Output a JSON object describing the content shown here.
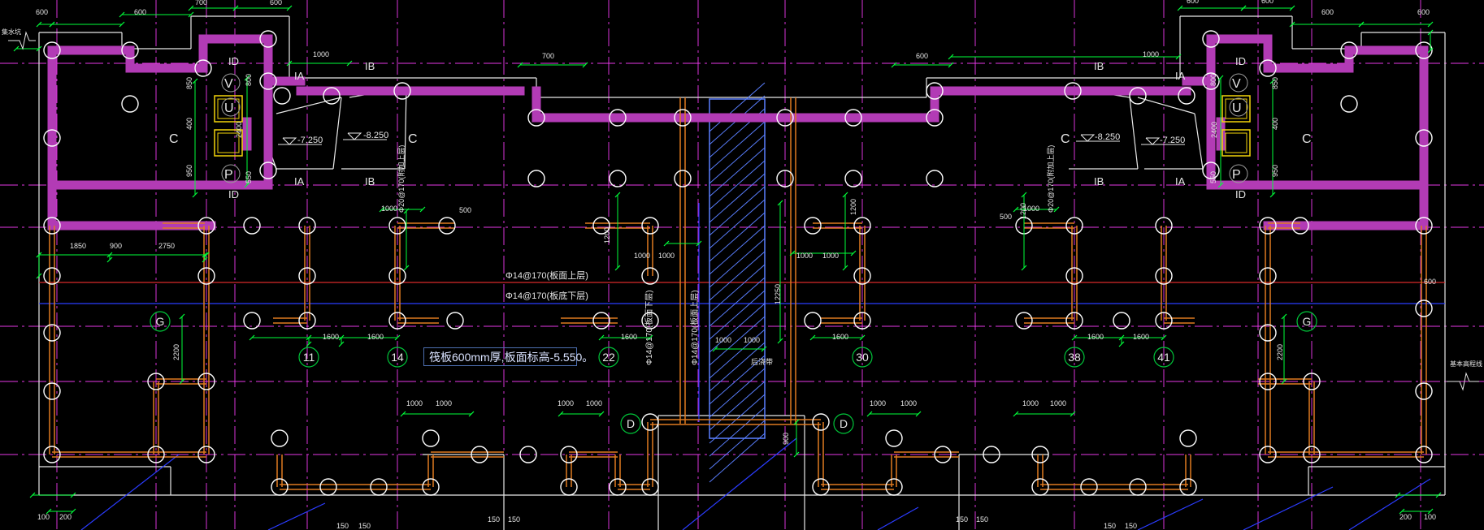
{
  "colors": {
    "background": "#000000",
    "wall_fill": "#b23bb5",
    "wall_edge": "#ff4dff",
    "pile": "#ffffff",
    "beam": "#e07a20",
    "axis": "#ff3dff",
    "dimension": "#00ff3a",
    "white_line": "#e8e8e8",
    "blue_line": "#2b3cff",
    "rebar_red": "#d82a2a",
    "text": "#e6e6e6",
    "hatch": "#5a7fff"
  },
  "labels": {
    "note": "筏板600mm厚,板面标高-5.550。",
    "rebar_top": "Φ14@170(板面上层)",
    "rebar_bottom": "Φ14@170(板底下层)",
    "rebar_vert_1": "Φ14@170(板面下层)",
    "rebar_vert_2": "Φ14@170(板面上层)",
    "local_rebar": "Φ20@170(附加上层)",
    "post_pour": "后浇带",
    "level_left_1": "-7.250",
    "level_left_2": "-8.250",
    "level_right_1": "-8.250",
    "level_right_2": "-7.250",
    "section_G_left": "G",
    "section_G_right": "G",
    "section_D_left": "D",
    "section_D_right": "D",
    "section_C_left": "C",
    "section_C_left2": "C",
    "section_C_right": "C",
    "section_C_right2": "C",
    "section_V_left": "V",
    "section_U_left": "U",
    "section_P_left": "P",
    "section_V_right": "V",
    "section_U_right": "U",
    "section_P_right": "P",
    "section_ID_tl": "ID",
    "section_ID_bl": "ID",
    "section_ID_tr": "ID",
    "section_ID_br": "ID",
    "section_IA_tl": "IA",
    "section_IA_bl": "IA",
    "section_IA_tr": "IA",
    "section_IA_br": "IA",
    "section_IB_tl": "IB",
    "section_IB_bl": "IB",
    "section_IB_tr": "IB",
    "section_IB_br": "IB",
    "pile_11": "11",
    "pile_14": "14",
    "pile_22": "22",
    "pile_30": "30",
    "pile_38": "38",
    "pile_41": "41",
    "edge_label_left": "集水坑",
    "edge_label_right": "基本高程线"
  },
  "dimensions": {
    "top": [
      "600",
      "600",
      "700",
      "600",
      "1000",
      "700",
      "600",
      "600",
      "1000",
      "600",
      "600",
      "600",
      "600"
    ],
    "row_1850": "1850",
    "row_900": "900",
    "row_2750": "2750",
    "d1600": "1600",
    "d1000": "1000",
    "d1200": "1200",
    "d500": "500",
    "d550": "550",
    "d950": "950",
    "d400": "400",
    "d2200": "2200",
    "d12250": "12250",
    "d2400": "2400",
    "d850": "850",
    "d200": "200",
    "d100": "100",
    "d150": "150",
    "d800": "800",
    "d900": "900"
  }
}
